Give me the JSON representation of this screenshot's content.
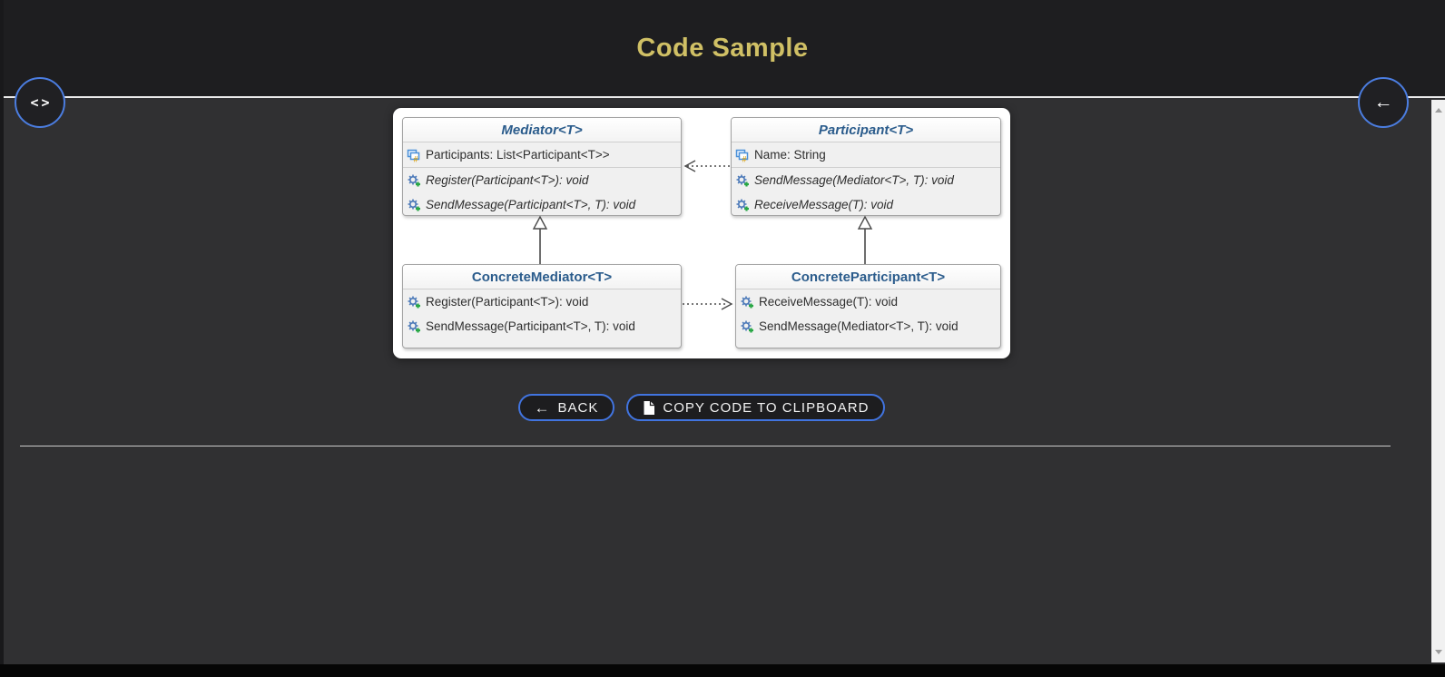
{
  "header": {
    "title": "Code Sample"
  },
  "floating_buttons": {
    "code_toggle": {
      "icon": "<>"
    },
    "back_top": {
      "icon": "←"
    }
  },
  "diagram": {
    "classes": [
      {
        "name": "Mediator<T>",
        "stereotype": "abstract",
        "fields": [
          "Participants: List<Participant<T>>"
        ],
        "methods": [
          "Register(Participant<T>): void",
          "SendMessage(Participant<T>, T): void"
        ]
      },
      {
        "name": "Participant<T>",
        "stereotype": "abstract",
        "fields": [
          "Name: String"
        ],
        "methods": [
          "SendMessage(Mediator<T>, T): void",
          "ReceiveMessage(T): void"
        ]
      },
      {
        "name": "ConcreteMediator<T>",
        "stereotype": "concrete",
        "fields": [],
        "methods": [
          "Register(Participant<T>): void",
          "SendMessage(Participant<T>, T): void"
        ]
      },
      {
        "name": "ConcreteParticipant<T>",
        "stereotype": "concrete",
        "fields": [],
        "methods": [
          "ReceiveMessage(T): void",
          "SendMessage(Mediator<T>, T): void"
        ]
      }
    ],
    "relations": [
      {
        "from": "Participant<T>",
        "to": "Mediator<T>",
        "type": "dashed-association"
      },
      {
        "from": "ConcreteMediator<T>",
        "to": "Mediator<T>",
        "type": "inheritance"
      },
      {
        "from": "ConcreteParticipant<T>",
        "to": "Participant<T>",
        "type": "inheritance"
      },
      {
        "from": "ConcreteMediator<T>",
        "to": "ConcreteParticipant<T>",
        "type": "dashed-association"
      }
    ]
  },
  "actions": {
    "back_label": "BACK",
    "copy_label": "COPY CODE TO CLIPBOARD"
  },
  "colors": {
    "accent_gold": "#d0c065",
    "accent_blue": "#4174e0",
    "class_title_blue": "#2b5c8c",
    "panel_bg": "#ffffff",
    "page_bg": "#303032",
    "header_bg": "#1e1e20"
  }
}
